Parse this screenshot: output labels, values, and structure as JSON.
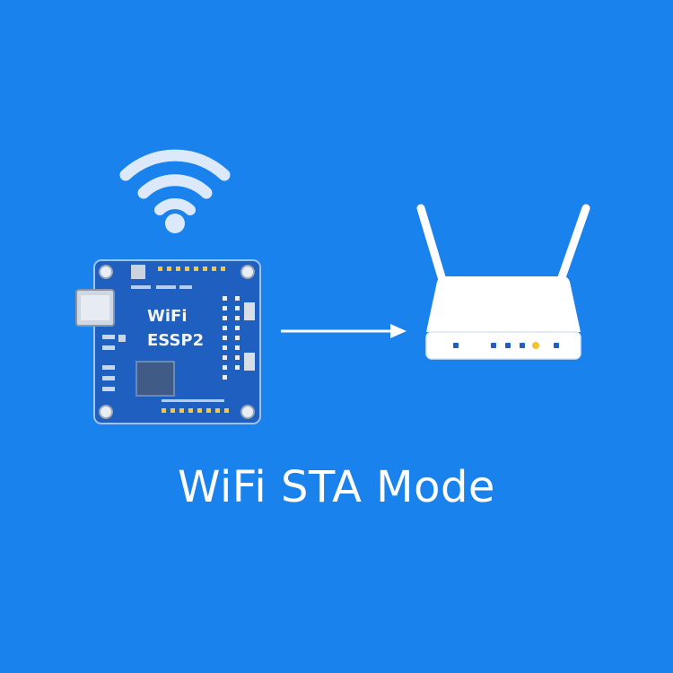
{
  "board": {
    "label_line1": "WiFi",
    "label_line2": "ESSP2"
  },
  "caption": "WiFi STA Mode",
  "colors": {
    "background": "#1a82ec",
    "board": "#1e5fc0",
    "router": "#ffffff",
    "led_accent": "#f2c230",
    "signal": "#dbe9fb"
  },
  "icons": {
    "signal": "wifi-signal-icon",
    "device": "esp-dev-board-icon",
    "connection": "arrow-right-icon",
    "access_point": "wifi-router-icon"
  }
}
